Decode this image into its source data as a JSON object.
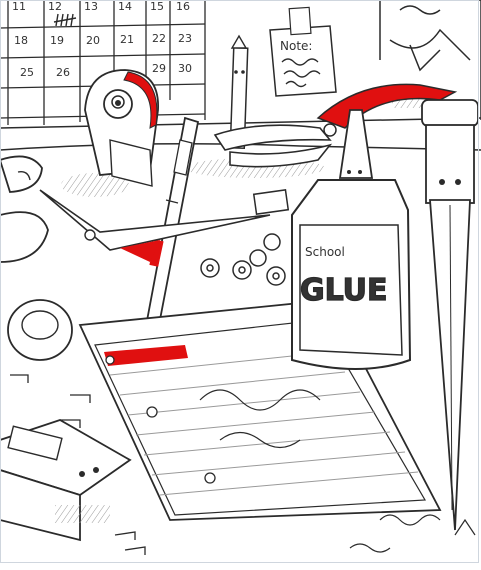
{
  "calendar": {
    "rows": [
      [
        "11",
        "12",
        "13",
        "14",
        "15",
        "16"
      ],
      [
        "18",
        "19",
        "20",
        "21",
        "22",
        "23"
      ],
      [
        "25",
        "26",
        "",
        "",
        "29",
        "30"
      ]
    ]
  },
  "note": {
    "title": "Note:"
  },
  "glue": {
    "brand": "School",
    "product": "GLUE"
  },
  "colors": {
    "ink": "#2b2b2b",
    "accent": "#e01010",
    "paper": "#ffffff",
    "shade": "#cfcfcf"
  },
  "icons": [
    "tape-dispenser-icon",
    "pencil-icon",
    "pen-icon",
    "scissors-icon",
    "hole-punch-icon",
    "stapler-icon",
    "glue-bottle-icon",
    "pushpin-icon",
    "paperclip-icon",
    "eraser-icon"
  ]
}
